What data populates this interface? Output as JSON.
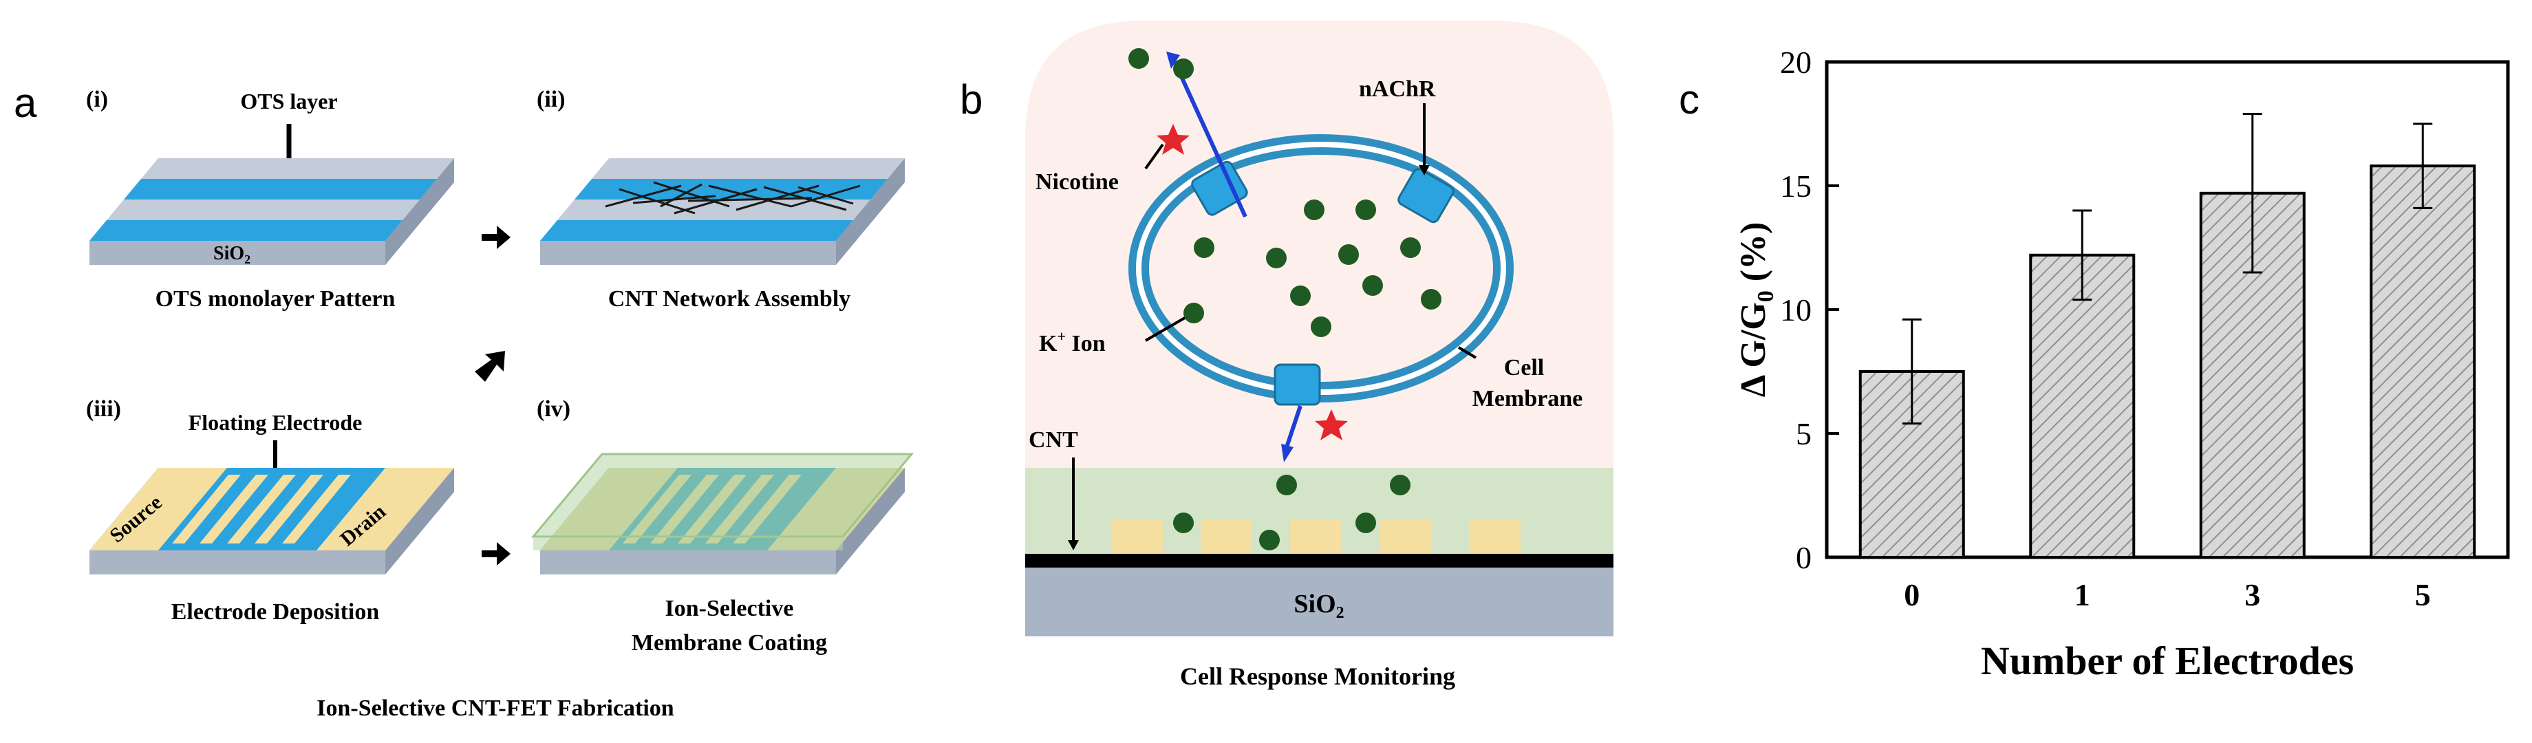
{
  "panel_a": {
    "letter": "a",
    "steps": [
      {
        "numeral": "(i)",
        "caption": "OTS monolayer Pattern",
        "arrow_label": "OTS layer",
        "substrate_label": "SiO",
        "substrate_sub": "2"
      },
      {
        "numeral": "(ii)",
        "caption": "CNT Network Assembly"
      },
      {
        "numeral": "(iii)",
        "caption": "Electrode Deposition",
        "arrow_label": "Floating Electrode",
        "source_label": "Source",
        "drain_label": "Drain"
      },
      {
        "numeral": "(iv)",
        "caption_line1": "Ion-Selective",
        "caption_line2": "Membrane Coating"
      }
    ],
    "title": "Ion-Selective CNT-FET Fabrication"
  },
  "panel_b": {
    "letter": "b",
    "labels": {
      "nicotine": "Nicotine",
      "nachr": "nAChR",
      "k_ion": "K",
      "k_ion_sup": "+",
      "k_ion_rest": " Ion",
      "cell_line1": "Cell",
      "cell_line2": "Membrane",
      "cnt": "CNT",
      "substrate": "SiO",
      "substrate_sub": "2"
    },
    "title": "Cell Response Monitoring"
  },
  "panel_c": {
    "letter": "c"
  },
  "colors": {
    "ots_blue": "#2aa3df",
    "substrate_gray": "#a9b4c5",
    "electrode_yellow": "#f5dfa0",
    "cnt_green": "#d3e4c8",
    "cell_bg": "#fdf0ec",
    "ion_green": "#1f5a22",
    "nicotine_red": "#e4262d",
    "bar_fill": "#d6d6d6"
  },
  "chart_data": {
    "type": "bar",
    "categories": [
      "0",
      "1",
      "3",
      "5"
    ],
    "values": [
      7.5,
      12.2,
      14.7,
      15.8
    ],
    "errors": [
      2.1,
      1.8,
      3.2,
      1.7
    ],
    "xlabel": "Number of Electrodes",
    "ylabel_main": "Δ G/G",
    "ylabel_sub": "0",
    "ylabel_suffix": " (%)",
    "ylim": [
      0,
      20
    ],
    "yticks": [
      "0",
      "5",
      "10",
      "15",
      "20"
    ],
    "bar_pattern": "diagonal-hatch",
    "grid": false,
    "legend": "none"
  }
}
